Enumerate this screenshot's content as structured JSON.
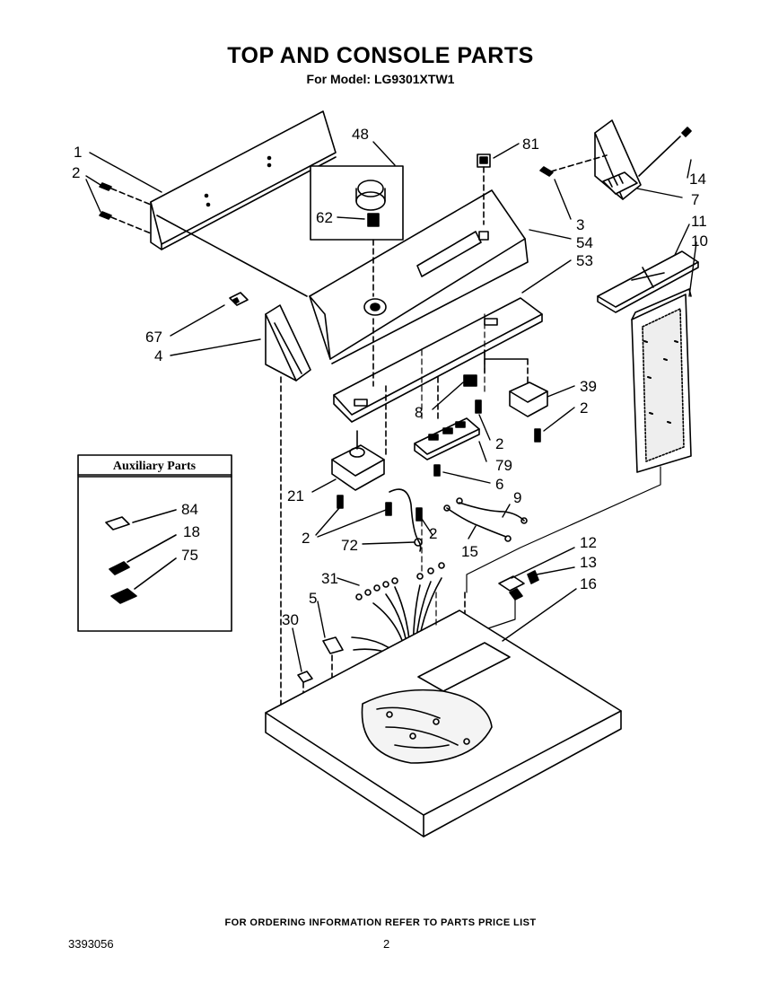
{
  "title": "TOP AND CONSOLE PARTS",
  "subtitle": "For Model: LG9301XTW1",
  "auxiliary_box": {
    "title": "Auxiliary Parts"
  },
  "callouts": {
    "c1": "1",
    "c2a": "2",
    "c48": "48",
    "c62": "62",
    "c81": "81",
    "c3": "3",
    "c54": "54",
    "c53": "53",
    "c14": "14",
    "c7": "7",
    "c11": "11",
    "c10": "10",
    "c67": "67",
    "c4": "4",
    "c39": "39",
    "c2b": "2",
    "c8": "8",
    "c2c": "2",
    "c79": "79",
    "c6": "6",
    "c9": "9",
    "c21": "21",
    "c2d": "2",
    "c2e": "2",
    "c72": "72",
    "c15": "15",
    "c12": "12",
    "c13": "13",
    "c16": "16",
    "c31": "31",
    "c5": "5",
    "c30": "30",
    "c84": "84",
    "c18": "18",
    "c75": "75"
  },
  "footer": {
    "note": "FOR ORDERING INFORMATION REFER TO PARTS PRICE LIST",
    "doc_number": "3393056",
    "page_number": "2"
  }
}
